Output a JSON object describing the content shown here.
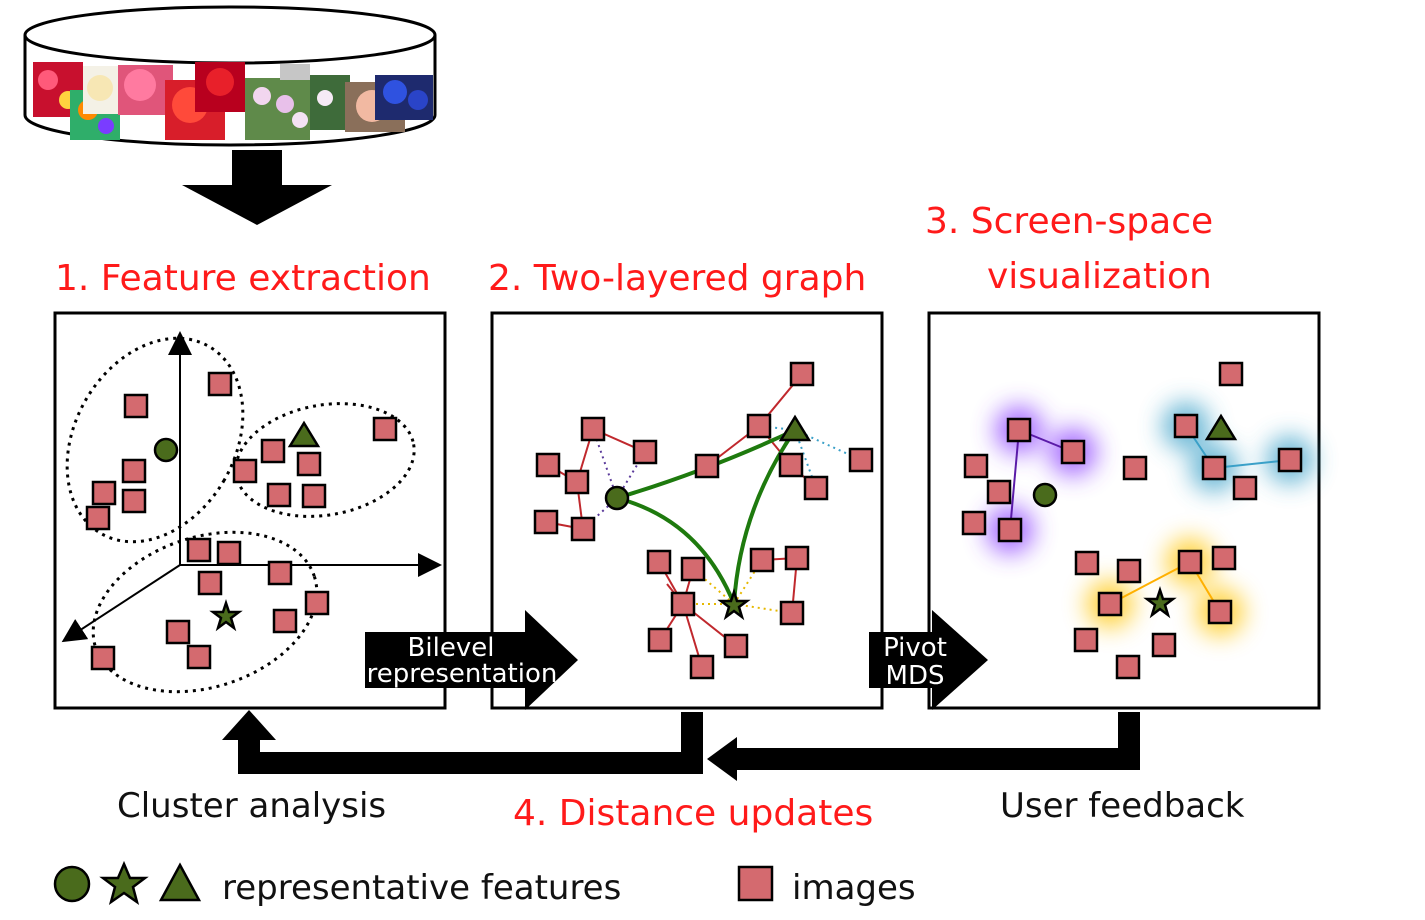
{
  "steps": {
    "step1": "1. Feature extraction",
    "step2": "2. Two-layered graph",
    "step3_line1": "3. Screen-space",
    "step3_line2": "visualization",
    "step4": "4. Distance updates"
  },
  "arrows": {
    "bilevel_line1": "Bilevel",
    "bilevel_line2": "representation",
    "pivot_line1": "Pivot",
    "pivot_line2": "MDS"
  },
  "labels": {
    "cluster_analysis": "Cluster analysis",
    "user_feedback": "User feedback"
  },
  "legend": {
    "representative": "representative features",
    "images": "images"
  },
  "colors": {
    "title_red": "#ff1a1a",
    "image_square": "#d46a6f",
    "feature_green": "#4a6b1c",
    "edge_red": "#c0282d",
    "edge_green": "#1e7a0e",
    "cluster_purple": "#8a3cff",
    "cluster_cyan": "#3aa0c8",
    "cluster_yellow": "#ffc400"
  },
  "icons": [
    "database-cylinder-icon",
    "flower-thumbnails-icon",
    "circle-feature-icon",
    "star-feature-icon",
    "triangle-feature-icon",
    "image-square-icon"
  ]
}
